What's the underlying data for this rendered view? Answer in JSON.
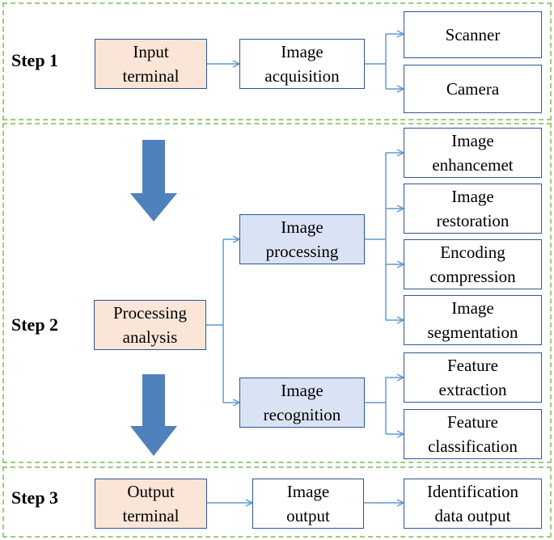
{
  "steps": {
    "step1": "Step 1",
    "step2": "Step 2",
    "step3": "Step 3"
  },
  "step1": {
    "input_terminal": [
      "Input",
      "terminal"
    ],
    "image_acquisition": [
      "Image",
      "acquisition"
    ],
    "scanner": "Scanner",
    "camera": "Camera"
  },
  "step2": {
    "processing_analysis": [
      "Processing",
      "analysis"
    ],
    "image_processing": [
      "Image",
      "processing"
    ],
    "image_recognition": [
      "Image",
      "recognition"
    ],
    "image_enhancement": [
      "Image",
      "enhancemet"
    ],
    "image_restoration": [
      "Image",
      "restoration"
    ],
    "encoding_compression": [
      "Encoding",
      "compression"
    ],
    "image_segmentation": [
      "Image",
      "segmentation"
    ],
    "feature_extraction": [
      "Feature",
      "extraction"
    ],
    "feature_classification": [
      "Feature",
      "classification"
    ]
  },
  "step3": {
    "output_terminal": [
      "Output",
      "terminal"
    ],
    "image_output": [
      "Image",
      "output"
    ],
    "identification_data_output": [
      "Identification",
      "data output"
    ]
  },
  "colors": {
    "frame_dashed": "#9ccc7a",
    "box_border": "#2f5597",
    "terminal_fill": "#fbe5d6",
    "module_fill": "#dae3f3",
    "connector": "#5b9bd5",
    "big_arrow": "#4f81bd"
  }
}
